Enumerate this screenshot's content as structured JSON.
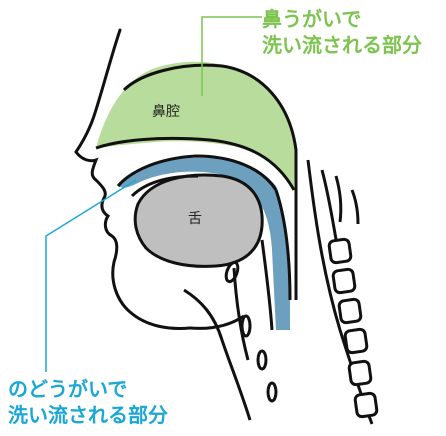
{
  "diagram": {
    "callouts": [
      {
        "line1": "鼻うがいで",
        "line2": "洗い流される部分",
        "color": "#7dc44f"
      },
      {
        "line1": "のどうがいで",
        "line2": "洗い流される部分",
        "color": "#1aa7d6"
      }
    ],
    "labels": {
      "nasal_cavity": "鼻腔",
      "tongue": "舌"
    },
    "colors": {
      "nasal_fill": "#b8dc9b",
      "throat_fill": "#6d9fbf",
      "tongue_fill": "#bfbfbf",
      "outline": "#111111"
    }
  }
}
